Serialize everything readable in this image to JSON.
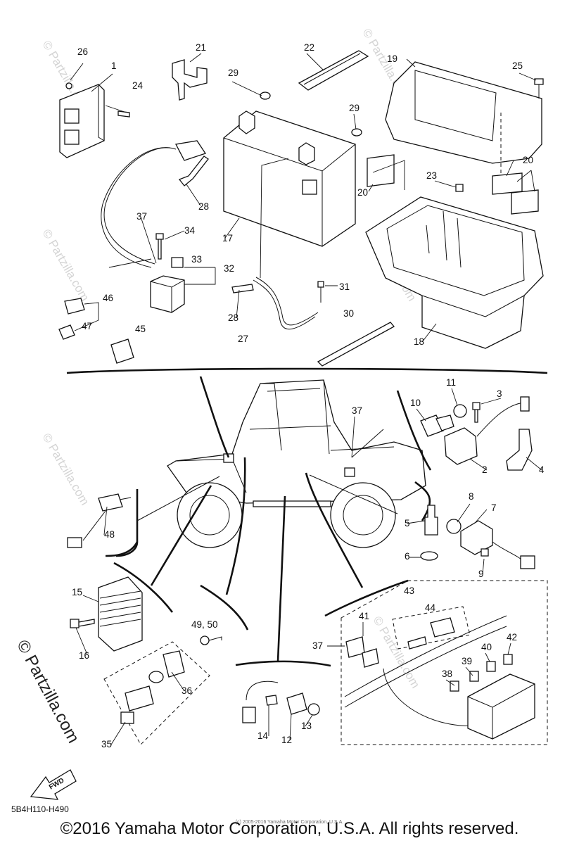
{
  "diagram": {
    "page_code": "5B4H110-H490",
    "copyright": "©2016 Yamaha Motor Corporation, U.S.A. All rights reserved.",
    "fine_print": "(c) 2005-2016 Yamaha Motor Corporation, U.S.A.",
    "watermark": "© Partzilla.com",
    "fwd_label": "FWD",
    "callouts": {
      "c1": "1",
      "c2": "2",
      "c3": "3",
      "c4": "4",
      "c5": "5",
      "c6": "6",
      "c7": "7",
      "c8": "8",
      "c9": "9",
      "c10": "10",
      "c11": "11",
      "c12": "12",
      "c13": "13",
      "c14": "14",
      "c15": "15",
      "c16": "16",
      "c17": "17",
      "c18": "18",
      "c19": "19",
      "c20a": "20",
      "c20b": "20",
      "c21": "21",
      "c22": "22",
      "c23": "23",
      "c24": "24",
      "c25": "25",
      "c26": "26",
      "c27": "27",
      "c28a": "28",
      "c28b": "28",
      "c29a": "29",
      "c29b": "29",
      "c30": "30",
      "c31": "31",
      "c32": "32",
      "c33": "33",
      "c34": "34",
      "c35": "35",
      "c36": "36",
      "c37a": "37",
      "c37b": "37",
      "c37c": "37",
      "c38": "38",
      "c39": "39",
      "c40": "40",
      "c41": "41",
      "c42": "42",
      "c43": "43",
      "c44": "44",
      "c45": "45",
      "c46": "46",
      "c47": "47",
      "c48": "48",
      "c4950": "49, 50"
    }
  }
}
